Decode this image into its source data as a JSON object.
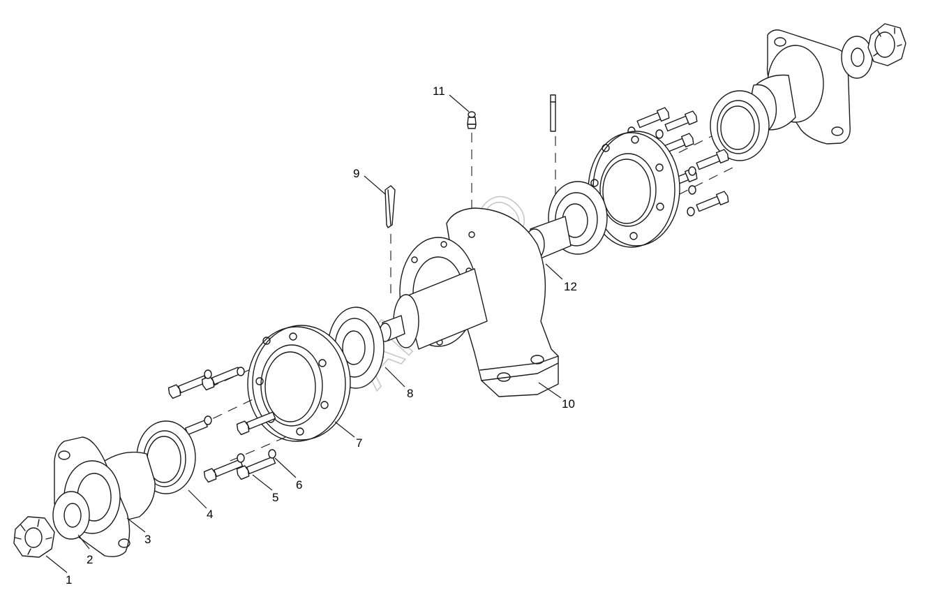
{
  "callouts": [
    {
      "id": "1",
      "label": "1"
    },
    {
      "id": "2",
      "label": "2"
    },
    {
      "id": "3",
      "label": "3"
    },
    {
      "id": "4",
      "label": "4"
    },
    {
      "id": "5",
      "label": "5"
    },
    {
      "id": "6",
      "label": "6"
    },
    {
      "id": "7",
      "label": "7"
    },
    {
      "id": "8",
      "label": "8"
    },
    {
      "id": "9",
      "label": "9"
    },
    {
      "id": "10",
      "label": "10"
    },
    {
      "id": "11",
      "label": "11"
    },
    {
      "id": "12",
      "label": "12"
    }
  ],
  "watermark": "AMSCO",
  "colors": {
    "line": "#1a1a1a",
    "background": "#ffffff",
    "watermark": "#c8c8c8"
  }
}
